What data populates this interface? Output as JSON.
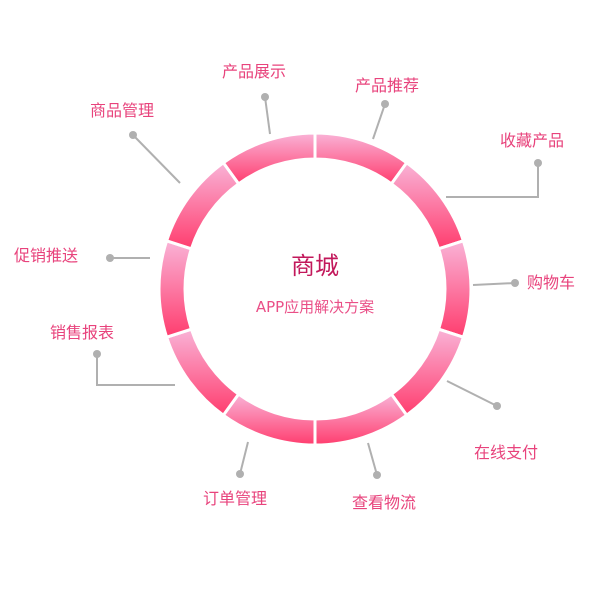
{
  "center": {
    "title": "商城",
    "subtitle": "APP应用解决方案"
  },
  "modules": [
    {
      "label": "产品展示"
    },
    {
      "label": "产品推荐"
    },
    {
      "label": "收藏产品"
    },
    {
      "label": "购物车"
    },
    {
      "label": "在线支付"
    },
    {
      "label": "查看物流"
    },
    {
      "label": "订单管理"
    },
    {
      "label": "销售报表"
    },
    {
      "label": "促销推送"
    },
    {
      "label": "商品管理"
    }
  ],
  "colors": {
    "ring_top": "#f9b3d7",
    "ring_bottom": "#ff3d6e",
    "connector": "#b0b0b0",
    "label": "#e8437c",
    "title": "#c2185b"
  }
}
